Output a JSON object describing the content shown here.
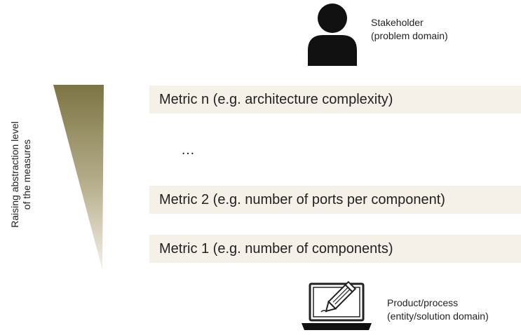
{
  "stakeholder": {
    "icon": "person-icon",
    "label_line1": "Stakeholder",
    "label_line2": "(problem domain)"
  },
  "axis": {
    "label_line1": "Raising abstraction level",
    "label_line2": "of the measures",
    "wedge_color_top": "#7c7443",
    "wedge_color_bottom": "#f4f1e8"
  },
  "metrics": {
    "bar_color": "#f5f0e8",
    "metric_n": "Metric n (e.g. architecture complexity)",
    "ellipsis": "…",
    "metric_2": "Metric 2 (e.g. number of ports per component)",
    "metric_1": "Metric 1 (e.g. number of components)"
  },
  "product": {
    "icon": "laptop-pencil-icon",
    "label_line1": "Product/process",
    "label_line2": "(entity/solution domain)"
  }
}
